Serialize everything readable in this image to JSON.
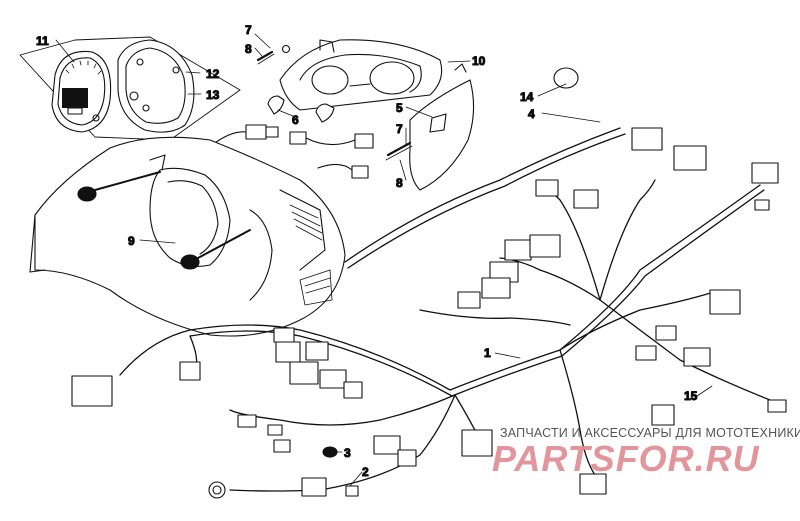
{
  "callouts": {
    "c1": "1",
    "c2": "2",
    "c3": "3",
    "c4": "4",
    "c5": "5",
    "c6": "6",
    "c7a": "7",
    "c7b": "7",
    "c8a": "8",
    "c8b": "8",
    "c9": "9",
    "c10": "10",
    "c11": "11",
    "c12": "12",
    "c13": "13",
    "c14": "14",
    "c15": "15"
  },
  "watermark": {
    "tagline": "ЗАПЧАСТИ И АКСЕССУАРЫ ДЛЯ МОТОТЕХНИКИ",
    "brand": "PARTSFOR.RU"
  }
}
